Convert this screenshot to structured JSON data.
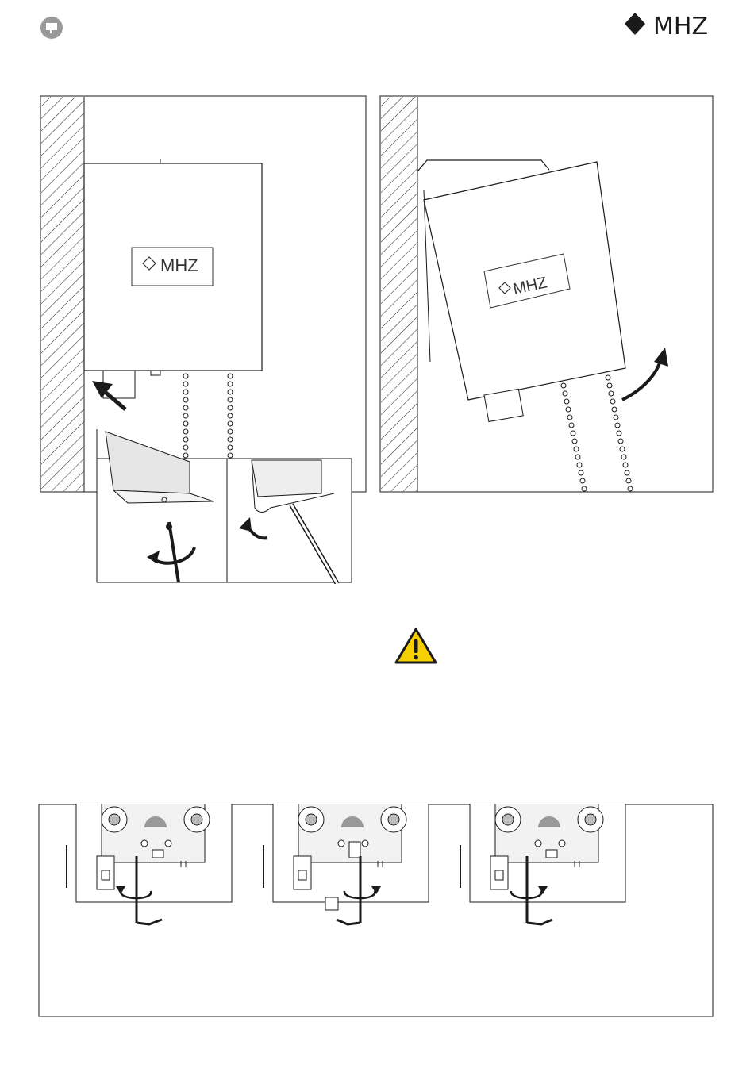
{
  "header": {
    "brand_logo": "MHZ",
    "page_icon": "speech-bubble-icon"
  },
  "figures": {
    "box_label_left": "MHZ",
    "box_label_right": "MHZ",
    "warning_icon": "warning-triangle-icon"
  },
  "colors": {
    "line": "#1a1a1a",
    "warning_yellow": "#f5d000",
    "page_icon_gray": "#9a9a9a"
  }
}
